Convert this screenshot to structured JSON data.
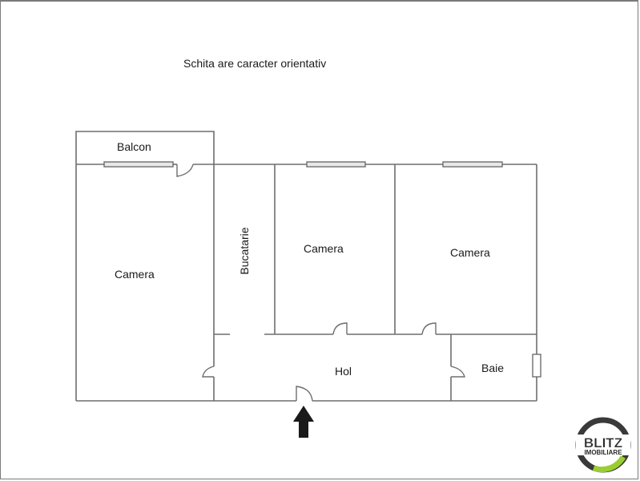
{
  "title": "Schita are caracter orientativ",
  "rooms": [
    {
      "id": "balcon",
      "label": "Balcon"
    },
    {
      "id": "camera-left",
      "label": "Camera"
    },
    {
      "id": "bucatarie",
      "label": "Bucatarie"
    },
    {
      "id": "camera-middle",
      "label": "Camera"
    },
    {
      "id": "camera-right",
      "label": "Camera"
    },
    {
      "id": "hol",
      "label": "Hol"
    },
    {
      "id": "baie",
      "label": "Baie"
    }
  ],
  "entrance": {
    "icon": "arrow-up-icon",
    "color": "#1a1a1a"
  },
  "logo": {
    "brand": "BLITZ",
    "tagline": "IMOBILIARE",
    "colors": {
      "ring": "#3a3a3a",
      "accent": "#9acd32",
      "text": "#2a2a2a"
    }
  },
  "colors": {
    "wall": "#6e6e6e",
    "text": "#1a1a1a",
    "background": "#ffffff"
  }
}
